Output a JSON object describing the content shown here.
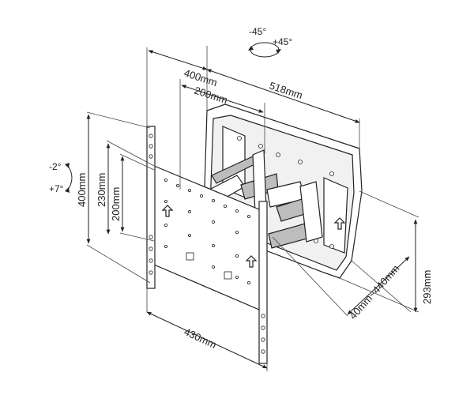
{
  "labels": {
    "tilt_up": "-2°",
    "tilt_down": "+7°",
    "swivel_left": "-45°",
    "swivel_right": "+45°",
    "width_400": "400mm",
    "width_518": "518mm",
    "width_200": "200mm",
    "height_400": "400mm",
    "height_230": "230mm",
    "height_200": "200mm",
    "width_430": "430mm",
    "extension": "40mm~440mm",
    "height_293": "293mm"
  },
  "colors": {
    "line": "#222222",
    "background": "#ffffff"
  },
  "icons": [
    "rotation-arrow-icon",
    "tilt-arrow-icon",
    "up-arrow-icon"
  ]
}
